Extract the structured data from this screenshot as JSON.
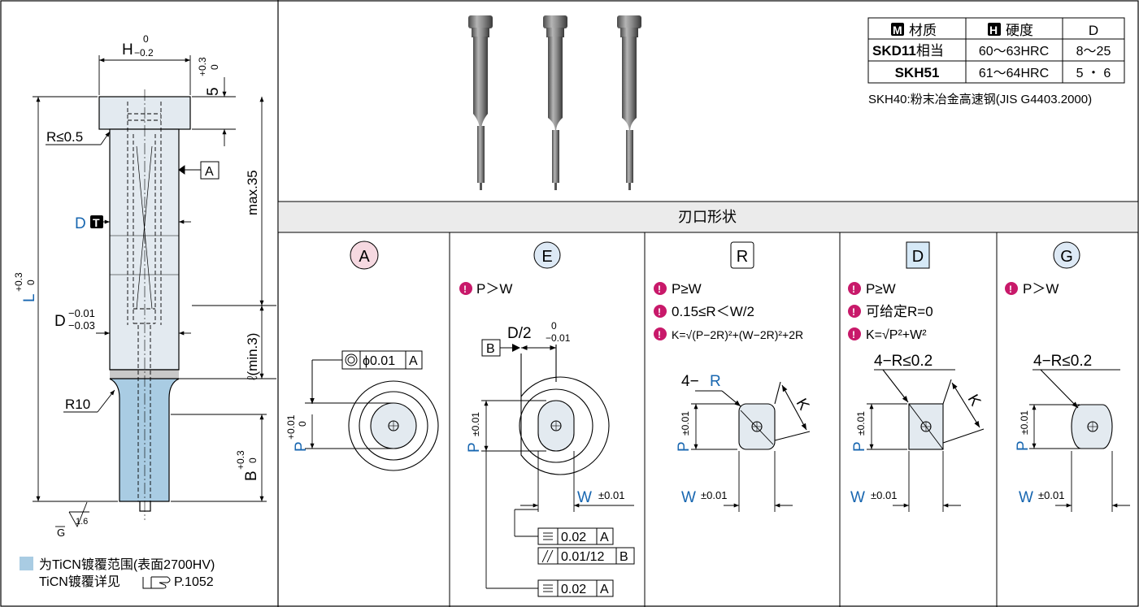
{
  "colors": {
    "blue": "#1766b0",
    "pink": "#c8196a",
    "coating": "#a9cce3",
    "shade": "#e3eaf0",
    "header_bg": "#ebebeb",
    "badgeA": "#f6d9e1",
    "badgeE": "#dde9f5",
    "badgeD": "#d6e9f7"
  },
  "drawing": {
    "h_dim": "H",
    "h_tol_upper": "0",
    "h_tol_lower": "−0.2",
    "five": "5",
    "five_tol_upper": "+0.3",
    "five_tol_lower": "0",
    "r_head": "R≤0.5",
    "datum_a": "A",
    "max35": "max.35",
    "d_label": "D",
    "d_badge": "T",
    "l_label": "L",
    "l_tol_upper": "+0.3",
    "l_tol_lower": "0",
    "d_shank": "D",
    "d_tol_upper": "−0.01",
    "d_tol_lower": "−0.03",
    "l_min": "ℓ(min.3)",
    "r10": "R10",
    "b_label": "B",
    "b_tol_upper": "+0.3",
    "b_tol_lower": "0",
    "g_mark": "G",
    "roughness": "1.6"
  },
  "legend": {
    "line1": "为TiCN镀覆范围(表面2700HV)",
    "line2": "TiCN镀覆详见",
    "page_ref": "P.1052"
  },
  "material_table": {
    "headers": [
      {
        "badge": "M",
        "text": "材质"
      },
      {
        "badge": "H",
        "text": "硬度"
      },
      {
        "text": "D"
      }
    ],
    "rows": [
      {
        "material": "SKD11",
        "suffix": "相当",
        "hardness": "60～63HRC",
        "d": "8～25"
      },
      {
        "material": "SKH51",
        "suffix": "",
        "hardness": "61～64HRC",
        "d": "5 ・ 6"
      }
    ],
    "note": "SKH40:粉末冶金高速钢(JIS G4403.2000)"
  },
  "section_title": "刃口形状",
  "panels": {
    "A": {
      "badge": "A",
      "tol_box": "ϕ0.01",
      "tol_datum": "A",
      "p_label": "P",
      "p_tol_upper": "+0.01",
      "p_tol_lower": "0"
    },
    "E": {
      "badge": "E",
      "cond": "P＞W",
      "datum_b": "B",
      "d2": "D/2",
      "d2_tol_upper": "0",
      "d2_tol_lower": "−0.01",
      "p_label": "P",
      "p_tol": "±0.01",
      "w_label": "W",
      "w_tol": "±0.01",
      "tol1_val": "0.02",
      "tol1_datum": "A",
      "tol2_val": "0.01/12",
      "tol2_datum": "B",
      "tol3_val": "0.02",
      "tol3_datum": "A"
    },
    "R": {
      "badge": "R",
      "cond1": "P≥W",
      "cond2": "0.15≤R＜W/2",
      "cond3": "K=√(P−2R)²+(W−2R)²+2R",
      "corner": "4−",
      "corner_r": "R",
      "k_label": "K",
      "p_label": "P",
      "p_tol": "±0.01",
      "w_label": "W",
      "w_tol": "±0.01"
    },
    "D": {
      "badge": "D",
      "cond1": "P≥W",
      "cond2": "可给定R=0",
      "cond3": "K=√P²+W²",
      "corner": "4−R≤0.2",
      "k_label": "K",
      "p_label": "P",
      "p_tol": "±0.01",
      "w_label": "W",
      "w_tol": "±0.01"
    },
    "G": {
      "badge": "G",
      "cond": "P＞W",
      "corner": "4−R≤0.2",
      "p_label": "P",
      "p_tol": "±0.01",
      "w_label": "W",
      "w_tol": "±0.01"
    }
  }
}
